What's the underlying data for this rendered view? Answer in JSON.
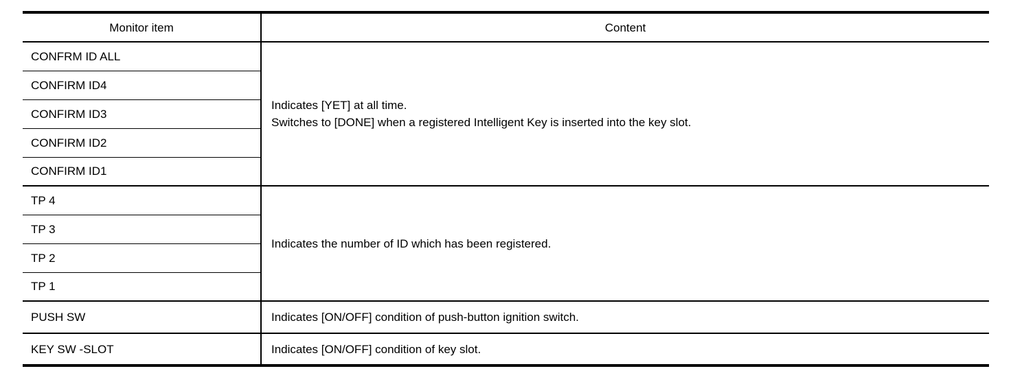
{
  "page": {
    "background": "#ffffff",
    "rule_color": "#000000",
    "text_color": "#000000"
  },
  "table": {
    "headers": [
      "Monitor item",
      "Content"
    ],
    "groups": [
      {
        "items": [
          "CONFRM ID ALL",
          "CONFIRM ID4",
          "CONFIRM ID3",
          "CONFIRM ID2",
          "CONFIRM ID1"
        ],
        "content_lines": [
          "Indicates [YET] at all time.",
          "Switches to [DONE] when a registered Intelligent Key is inserted into the key slot."
        ]
      },
      {
        "items": [
          "TP 4",
          "TP 3",
          "TP 2",
          "TP 1"
        ],
        "content_lines": [
          "Indicates the number of ID which has been registered."
        ]
      },
      {
        "items": [
          "PUSH SW"
        ],
        "content_lines": [
          "Indicates [ON/OFF] condition of push-button ignition switch."
        ]
      },
      {
        "items": [
          "KEY SW -SLOT"
        ],
        "content_lines": [
          "Indicates [ON/OFF] condition of key slot."
        ]
      }
    ]
  }
}
